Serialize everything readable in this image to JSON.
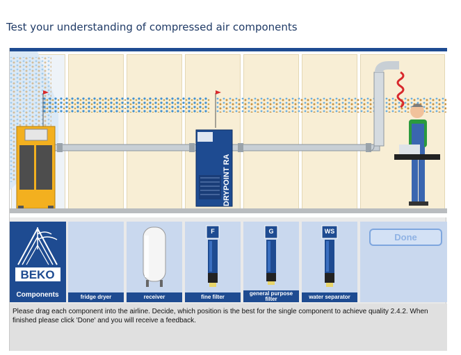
{
  "page": {
    "title": "Test your understanding of compressed air components"
  },
  "scene": {
    "machine_label": "DRYPOINT RA"
  },
  "tray": {
    "logo_text": "BEKO",
    "logo_caption": "Components",
    "slots": [
      {
        "label": "fridge dryer",
        "badge": ""
      },
      {
        "label": "receiver",
        "badge": ""
      },
      {
        "label": "fine filter",
        "badge": "F"
      },
      {
        "label": "general purpose filter",
        "badge": "G"
      },
      {
        "label": "water separator",
        "badge": "WS"
      }
    ],
    "done_label": "Done"
  },
  "instructions": "Please drag each component into the airline. Decide, which position is the best for the single component to achieve quality 2.4.2. When finished please click 'Done' and you will receive a feedback.",
  "colors": {
    "brand_blue": "#1e4b91",
    "panel_cream": "#f8eed5",
    "slot_blue": "#c9d8ee",
    "compressor_yellow": "#f3b01f",
    "flag_red": "#d8282c"
  }
}
